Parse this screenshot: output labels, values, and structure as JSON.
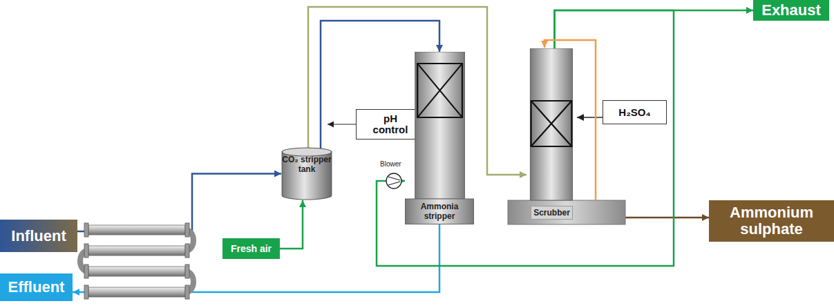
{
  "diagram": {
    "nodes": [
      {
        "text": [
          "Influent"
        ]
      },
      {
        "text": [
          "Effluent"
        ]
      },
      {
        "text": [
          "CO₂ stripper tank"
        ]
      },
      {
        "text": [
          "Fresh air"
        ]
      },
      {
        "text": [
          "pH control"
        ]
      },
      {
        "text": [
          "Ammonia stripper"
        ]
      },
      {
        "text": [
          "Scrubber"
        ]
      },
      {
        "text": [
          "H₂SO₄"
        ]
      },
      {
        "text": [
          "Exhaust"
        ]
      },
      {
        "text": [
          "Ammonium sulphate"
        ]
      }
    ],
    "edges": [
      {
        "from": 0,
        "to": 2,
        "arrow": "to"
      },
      {
        "from": 3,
        "to": 2,
        "arrow": "to"
      },
      {
        "from": 2,
        "to": 5,
        "arrow": "to"
      },
      {
        "from": 2,
        "to": 6,
        "arrow": "to"
      },
      {
        "from": 6,
        "to": 8,
        "arrow": "to"
      },
      {
        "from": 6,
        "to": 9,
        "arrow": "to"
      },
      {
        "from": 5,
        "to": 1,
        "arrow": "to"
      },
      {
        "from": 6,
        "to": 5,
        "arrow": "to"
      },
      {
        "from": 7,
        "to": 6,
        "arrow": "to"
      }
    ],
    "labels": [
      "Blower"
    ]
  }
}
